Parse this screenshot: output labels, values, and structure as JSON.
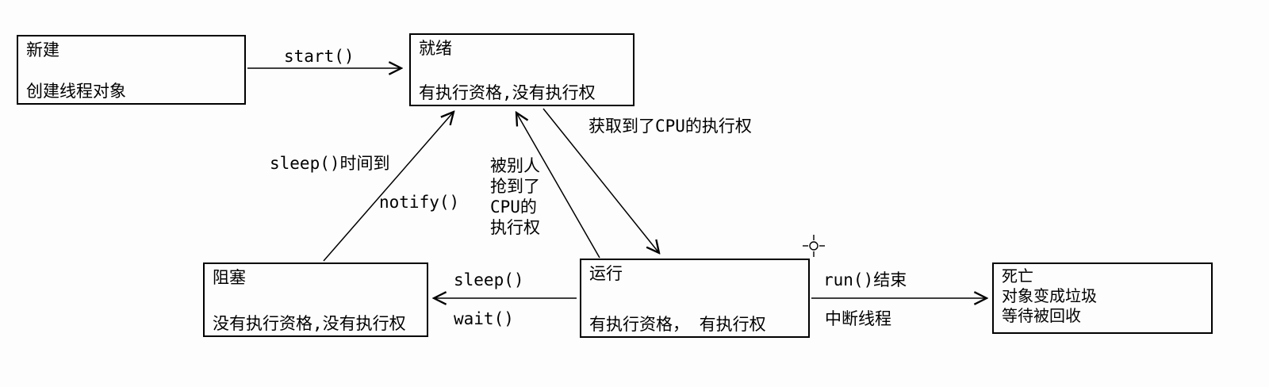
{
  "nodes": {
    "new": {
      "title": "新建",
      "desc": "创建线程对象"
    },
    "ready": {
      "title": "就绪",
      "desc": "有执行资格,没有执行权"
    },
    "running": {
      "title": "运行",
      "desc": "有执行资格， 有执行权"
    },
    "blocked": {
      "title": "阻塞",
      "desc": "没有执行资格,没有执行权"
    },
    "dead": {
      "title": "死亡",
      "line1": "对象变成垃圾",
      "line2": "等待被回收"
    }
  },
  "labels": {
    "start": "start()",
    "acquire_cpu": "获取到了CPU的执行权",
    "lose_cpu": [
      "被别人",
      "抢到了",
      "CPU的",
      "执行权"
    ],
    "sleep": "sleep()",
    "wait": "wait()",
    "sleep_time_up": "sleep()时间到",
    "notify": "notify()",
    "run_end": "run()结束",
    "interrupt": "中断线程"
  },
  "colors": {
    "stroke": "#000000",
    "background": "#fdfdfd"
  }
}
